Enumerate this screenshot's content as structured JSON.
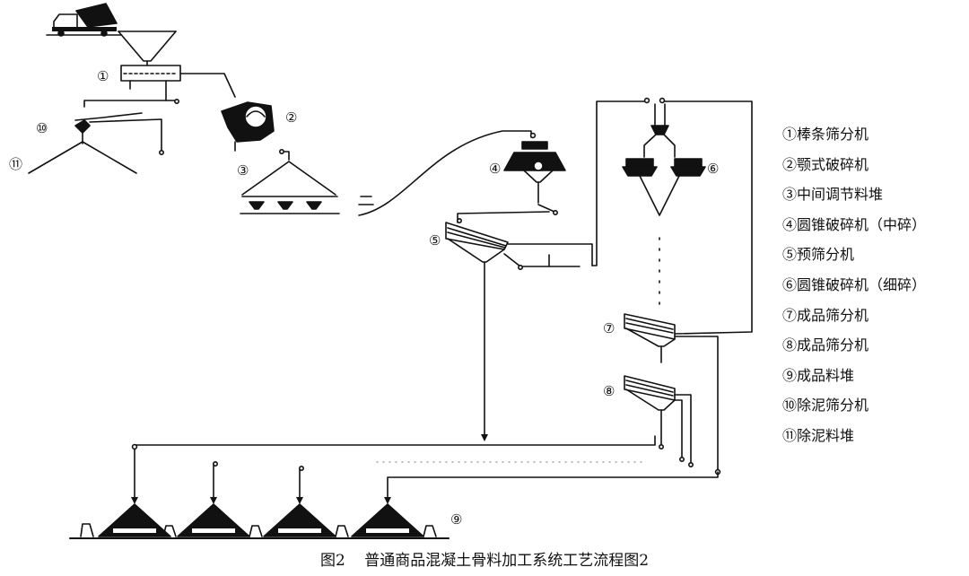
{
  "diagram": {
    "nodes": [
      {
        "id": "1",
        "label": "①"
      },
      {
        "id": "2",
        "label": "②"
      },
      {
        "id": "3",
        "label": "③"
      },
      {
        "id": "4",
        "label": "④"
      },
      {
        "id": "5",
        "label": "⑤"
      },
      {
        "id": "6",
        "label": "⑥"
      },
      {
        "id": "7",
        "label": "⑦"
      },
      {
        "id": "8",
        "label": "⑧"
      },
      {
        "id": "9",
        "label": "⑨"
      },
      {
        "id": "10",
        "label": "⑩"
      },
      {
        "id": "11",
        "label": "⑪"
      }
    ]
  },
  "legend": [
    "①棒条筛分机",
    "②颚式破碎机",
    "③中间调节料堆",
    "④圆锥破碎机（中碎）",
    "⑤预筛分机",
    "⑥圆锥破碎机（细碎）",
    "⑦成品筛分机",
    "⑧成品筛分机",
    "⑨成品料堆",
    "⑩除泥筛分机",
    "⑪除泥料堆"
  ],
  "caption": {
    "figure_no": "图2",
    "title": "普通商品混凝土骨料加工系统工艺流程图2"
  }
}
